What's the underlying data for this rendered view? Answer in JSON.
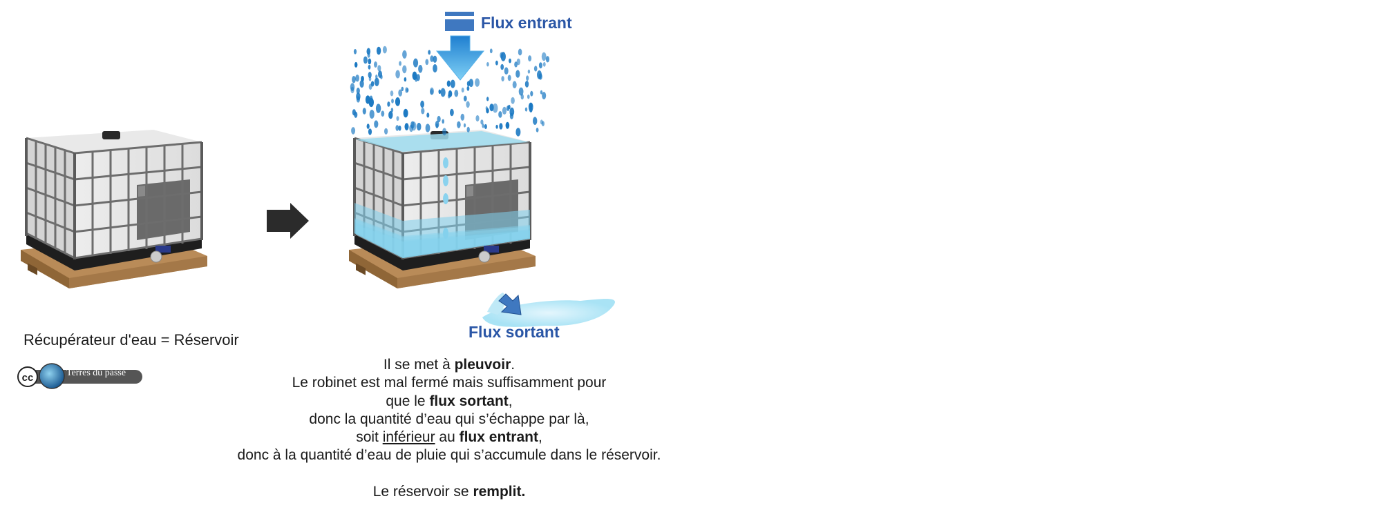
{
  "left_tank": {
    "caption": "Récupérateur d'eau = Réservoir"
  },
  "right_tank": {
    "inflow_label": "Flux entrant",
    "outflow_label": "Flux sortant"
  },
  "license": {
    "text": "Terres du passé",
    "cc_mark": "cc"
  },
  "explanation": {
    "l1_pre": "Il se met à ",
    "l1_bold": "pleuvoir",
    "l1_post": ".",
    "l2": "Le robinet est mal fermé mais suffisamment pour",
    "l3_pre": "que le ",
    "l3_bold": "flux sortant",
    "l3_post": ",",
    "l4": "donc la quantité d’eau qui s’échappe par là,",
    "l5_pre": "soit ",
    "l5_underline": "inférieur",
    "l5_mid": " au ",
    "l5_bold": "flux entrant",
    "l5_post": ",",
    "l6": "donc à la quantité d’eau de pluie qui s’accumule dans le réservoir.",
    "l7_pre": "Le réservoir se ",
    "l7_bold": "remplit."
  },
  "colors": {
    "accent_blue": "#2a56a6",
    "water": "#9fdcef",
    "rain": "#1a78c2",
    "arrow": "#2b2b2b",
    "pallet": "#a47848",
    "cage": "#6d6d6d"
  },
  "icons": [
    "transition-arrow-icon",
    "inflow-arrow-icon",
    "outflow-arrow-icon",
    "rain-drops-icon",
    "cc-license-icon",
    "globe-icon"
  ]
}
